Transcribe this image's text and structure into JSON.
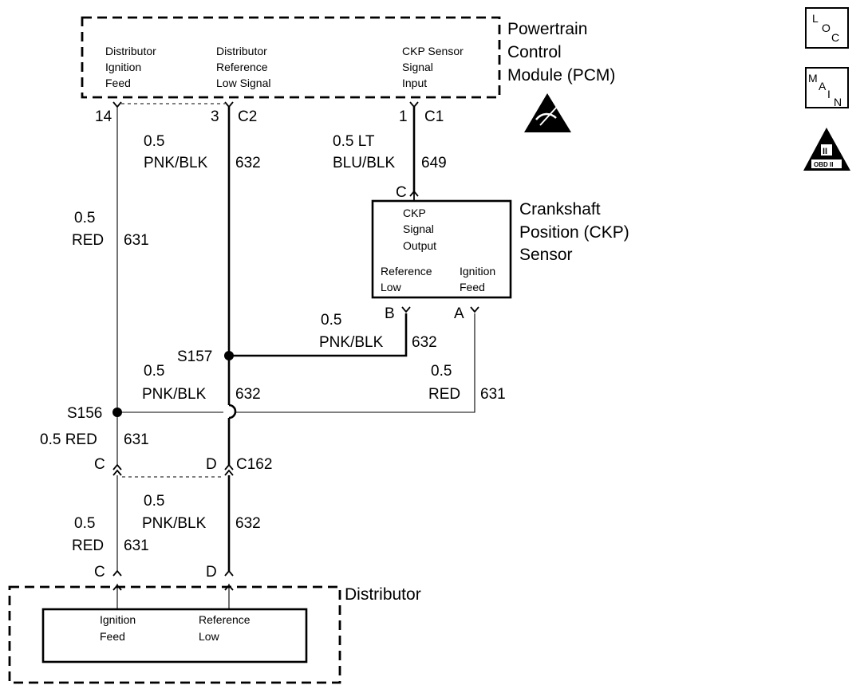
{
  "pcm": {
    "name": [
      "Powertrain",
      "Control",
      "Module (PCM)"
    ],
    "pins": {
      "ign_feed": [
        "Distributor",
        "Ignition",
        "Feed"
      ],
      "ref_low": [
        "Distributor",
        "Reference",
        "Low Signal"
      ],
      "ckp_input": [
        "CKP Sensor",
        "Signal",
        "Input"
      ]
    },
    "pin_numbers": {
      "ign_feed": "14",
      "ref_low": "3",
      "ckp_input": "1"
    },
    "connectors": {
      "ref_low": "C2",
      "ckp_input": "C1"
    }
  },
  "ckp_sensor": {
    "name": [
      "Crankshaft",
      "Position (CKP)",
      "Sensor"
    ],
    "pins": {
      "output": [
        "CKP",
        "Signal",
        "Output"
      ],
      "ref_low": [
        "Reference",
        "Low"
      ],
      "ign_feed": [
        "Ignition",
        "Feed"
      ]
    },
    "pin_letters": {
      "output": "C",
      "ref_low": "B",
      "ign_feed": "A"
    }
  },
  "distributor": {
    "name": "Distributor",
    "pins": {
      "ign_feed": [
        "Ignition",
        "Feed"
      ],
      "ref_low": [
        "Reference",
        "Low"
      ]
    },
    "pin_letters": {
      "ign_feed": "C",
      "ref_low": "D"
    }
  },
  "wires": {
    "red_upper": [
      "0.5",
      "RED",
      "631"
    ],
    "pnk_upper": [
      "0.5",
      "PNK/BLK",
      "632"
    ],
    "ckp_signal": [
      "0.5 LT",
      "BLU/BLK",
      "649"
    ],
    "pnk_to_sensor": [
      "0.5",
      "PNK/BLK",
      "632"
    ],
    "pnk_mid": [
      "0.5",
      "PNK/BLK",
      "632"
    ],
    "red_to_sensor": [
      "0.5",
      "RED",
      "631"
    ],
    "red_mid": [
      "0.5 RED",
      "631"
    ],
    "pnk_lower": [
      "0.5",
      "PNK/BLK",
      "632"
    ],
    "red_lower": [
      "0.5",
      "RED",
      "631"
    ]
  },
  "splices": {
    "s157": "S157",
    "s156": "S156"
  },
  "c162": {
    "pin_c": "C",
    "pin_d": "D",
    "name": "C162"
  },
  "side_icons": {
    "loc": [
      "L",
      "O",
      "C"
    ],
    "main": [
      "M",
      "A",
      "I",
      "N"
    ],
    "obd": [
      "II",
      "OBD II"
    ]
  },
  "icon_names": [
    "esd-warning-icon",
    "loc-icon",
    "main-icon",
    "obd-ii-icon"
  ]
}
